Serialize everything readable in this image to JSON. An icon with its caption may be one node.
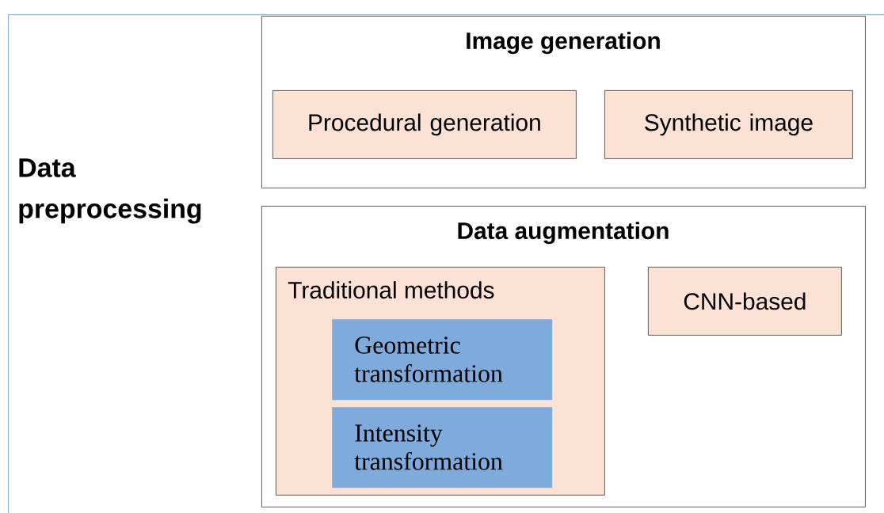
{
  "diagram": {
    "nodes": [
      {
        "text": [
          "Data preprocessing"
        ]
      },
      {
        "text": [
          "Image generation"
        ],
        "in": 0
      },
      {
        "text": [
          "Procedural generation"
        ],
        "in": 1
      },
      {
        "text": [
          "Synthetic image"
        ],
        "in": 1
      },
      {
        "text": [
          "Data augmentation"
        ],
        "in": 0
      },
      {
        "text": [
          "Traditional methods"
        ],
        "in": 4
      },
      {
        "text": [
          "Geometric transformation"
        ],
        "in": 5
      },
      {
        "text": [
          "Intensity transformation"
        ],
        "in": 5
      },
      {
        "text": [
          "CNN-based"
        ],
        "in": 4
      }
    ]
  }
}
